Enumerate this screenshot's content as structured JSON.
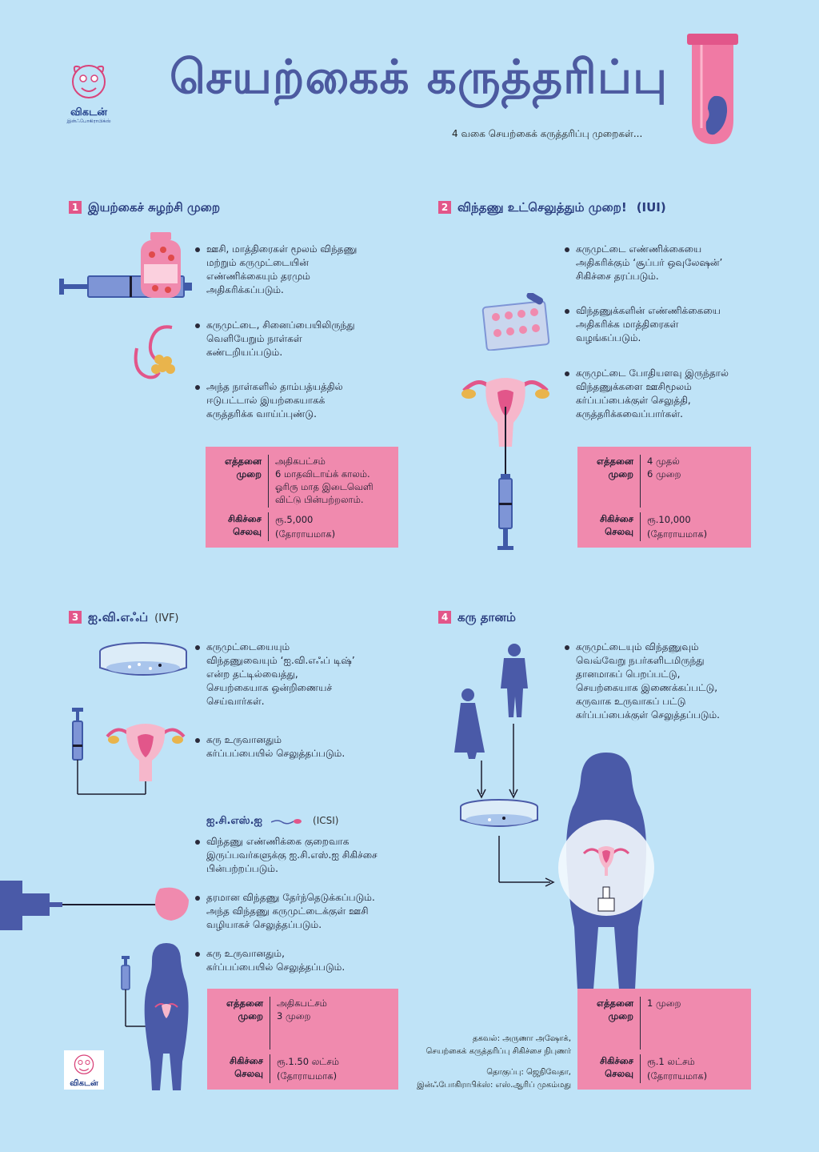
{
  "header": {
    "brand": "விகடன்",
    "brand_sub": "இன்ஃபோகிராபிக்ஸ்",
    "title": "செயற்கைக்  கருத்தரிப்பு",
    "subtitle": "4 வகை செயற்கைக் கருத்தரிப்பு முறைகள்..."
  },
  "section1": {
    "number": "1",
    "title": "இயற்கைச் சுழற்சி முறை",
    "bullets": [
      "ஊசி, மாத்திரைகள் மூலம் விந்தணு\nமற்றும் கருமுட்டையின்\nஎண்ணிக்கையும் தரமும்\nஅதிகரிக்கப்படும்.",
      "கருமுட்டை, சினைப்பையிலிருந்து\nவெளியேறும் நாள்கள்\nகண்டறியப்படும்.",
      "அந்த நாள்களில் தாம்பத்யத்தில்\nஈடுபட்டால் இயற்கையாகக்\nகருத்தரிக்க வாய்ப்புண்டு."
    ],
    "info": {
      "times_label": "எத்தனை\nமுறை",
      "times_value": "அதிகபட்சம்\n6 மாதவிடாய்க் காலம்.\nஓரிரு மாத இடைவெளி\nவிட்டு பின்பற்றலாம்.",
      "cost_label": "சிகிச்சை\nசெலவு",
      "cost_value": "ரூ.5,000\n(தோராயமாக)"
    }
  },
  "section2": {
    "number": "2",
    "title": "விந்தணு உட்செலுத்தும் முறை!",
    "tag": "(IUI)",
    "bullets": [
      "கருமுட்டை எண்ணிக்கையை\nஅதிகரிக்கும் ‘சூப்பர் ஒவுலேஷன்’\nசிகிச்சை தரப்படும்.",
      "விந்தணுக்களின் எண்ணிக்கையை\nஅதிகரிக்க மாத்திரைகள்\nவழங்கப்படும்.",
      "கருமுட்டை போதியளவு இருந்தால்\nவிந்தணுக்களை ஊசிமூலம்\nகர்ப்பப்பைக்குள் செலுத்தி,\nகருத்தரிக்கவைப்பார்கள்."
    ],
    "info": {
      "times_label": "எத்தனை\nமுறை",
      "times_value": "4 முதல்\n6 முறை",
      "cost_label": "சிகிச்சை\nசெலவு",
      "cost_value": "ரூ.10,000\n(தோராயமாக)"
    }
  },
  "section3": {
    "number": "3",
    "title": "ஐ.வி.எஃப்",
    "tag": "(IVF)",
    "bullets": [
      "கருமுட்டையையும்\nவிந்தணுவையும் ‘ஐ.வி.எஃப் டிஷ்’\nஎன்ற தட்டில்வைத்து,\nசெயற்கையாக ஒன்றிணையச்\nசெய்வார்கள்.",
      "கரு உருவானதும்\nகர்ப்பப்பையில் செலுத்தப்படும்."
    ],
    "icsi_title": "ஐ.சி.எஸ்.ஐ",
    "icsi_tag": "(ICSI)",
    "icsi_bullets": [
      "விந்தணு எண்ணிக்கை குறைவாக\nஇருப்பவர்களுக்கு ஐ.சி.எஸ்.ஐ சிகிச்சை\nபின்பற்றப்படும்.",
      "தரமான விந்தணு தேர்ந்தெடுக்கப்படும்.\nஅந்த விந்தணு கருமுட்டைக்குள் ஊசி\nவழியாகச் செலுத்தப்படும்.",
      "கரு உருவானதும்,\nகர்ப்பப்பையில் செலுத்தப்படும்."
    ],
    "info": {
      "times_label": "எத்தனை\nமுறை",
      "times_value": "அதிகபட்சம்\n3 முறை",
      "cost_label": "சிகிச்சை\nசெலவு",
      "cost_value": "ரூ.1.50 லட்சம்\n(தோராயமாக)"
    }
  },
  "section4": {
    "number": "4",
    "title": "கரு தானம்",
    "bullets": [
      "கருமுட்டையும் விந்தணுவும்\nவெவ்வேறு நபர்களிடமிருந்து\nதானமாகப் பெறப்பட்டு,\nசெயற்கையாக இணைக்கப்பட்டு,\nகருவாக உருவாகப் பட்டு\nகர்ப்பப்பைக்குள் செலுத்தப்படும்."
    ],
    "info": {
      "times_label": "எத்தனை\nமுறை",
      "times_value": "1 முறை",
      "cost_label": "சிகிச்சை\nசெலவு",
      "cost_value": "ரூ.1 லட்சம்\n(தோராயமாக)"
    }
  },
  "credits": {
    "line1": "தகவல்: அருணா அஷோக்,",
    "line2": "செயற்கைக் கருத்தரிப்பு சிகிச்சை நிபுணர்",
    "line3": "தொகுப்பு: ஜெநிவேதா,",
    "line4": "இன்ஃபோகிராபிக்ஸ்: எஸ்.ஆரிப் முகம்மது"
  },
  "colors": {
    "background": "#bfe3f7",
    "accent_pink": "#f08aae",
    "badge_pink": "#e2568a",
    "title_blue": "#4c5aa0",
    "figure_blue": "#4a5aa8"
  }
}
